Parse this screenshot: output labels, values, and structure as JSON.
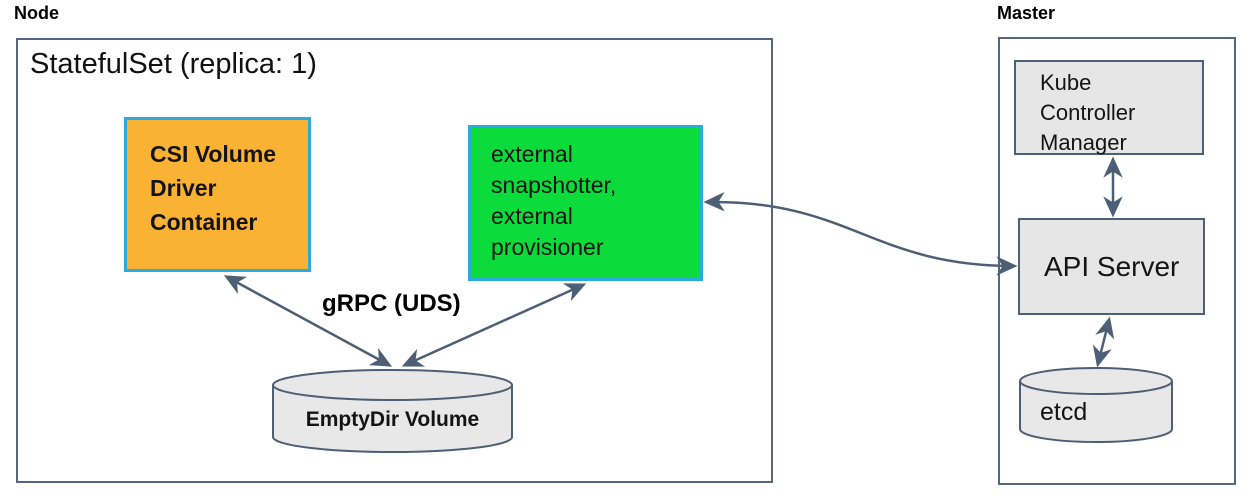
{
  "diagram": {
    "node": {
      "label": "Node",
      "statefulset_title": "StatefulSet (replica: 1)",
      "csi_box_label": "CSI Volume\nDriver\nContainer",
      "sidecar_box_label": "external\nsnapshotter,\nexternal\nprovisioner",
      "grpc_label": "gRPC (UDS)",
      "emptydir_label": "EmptyDir Volume"
    },
    "master": {
      "label": "Master",
      "kube_controller_manager_label": "Kube\nController\nManager",
      "api_server_label": "API Server",
      "etcd_label": "etcd"
    },
    "connections": [
      "CSI Volume Driver Container <-> EmptyDir Volume (gRPC UDS)",
      "external snapshotter/provisioner <-> EmptyDir Volume (gRPC UDS)",
      "external snapshotter/provisioner <-> API Server",
      "Kube Controller Manager <-> API Server",
      "API Server <-> etcd"
    ],
    "colors": {
      "csi_box_fill": "#f9b233",
      "sidecar_box_fill": "#0bdc3c",
      "container_border": "#29abe2",
      "gray_fill": "#e6e6e6",
      "cylinder_fill": "#e8e8e8",
      "line_and_border": "#4d5f75",
      "text": "#141414",
      "background": "#ffffff"
    }
  }
}
